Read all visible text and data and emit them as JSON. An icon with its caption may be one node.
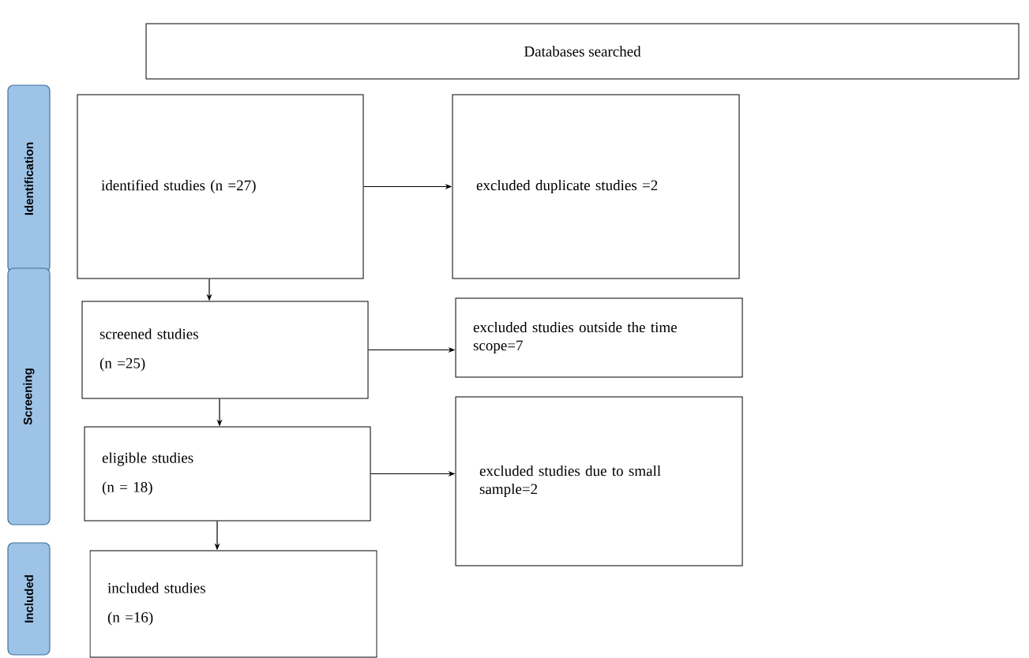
{
  "diagram": {
    "nodes": [
      {
        "text": [
          "Databases searched"
        ]
      },
      {
        "text": [
          "Identification"
        ]
      },
      {
        "text": [
          "Screening"
        ]
      },
      {
        "text": [
          "Included"
        ]
      },
      {
        "text": [
          "identified studies (n =27)"
        ]
      },
      {
        "text": [
          "excluded duplicate studies =2"
        ]
      },
      {
        "text": [
          "screened studies",
          "(n =25)"
        ]
      },
      {
        "text": [
          "excluded studies outside the time scope=7"
        ]
      },
      {
        "text": [
          "eligible studies",
          "(n = 18)"
        ]
      },
      {
        "text": [
          "excluded studies due to small sample=2"
        ]
      },
      {
        "text": [
          "included studies",
          "(n =16)"
        ]
      }
    ],
    "edges": [
      {
        "from": 4,
        "to": 5,
        "arrow": "to"
      },
      {
        "from": 4,
        "to": 6,
        "arrow": "to"
      },
      {
        "from": 6,
        "to": 7,
        "arrow": "to"
      },
      {
        "from": 6,
        "to": 8,
        "arrow": "to"
      },
      {
        "from": 8,
        "to": 9,
        "arrow": "to"
      },
      {
        "from": 8,
        "to": 10,
        "arrow": "to"
      }
    ]
  }
}
